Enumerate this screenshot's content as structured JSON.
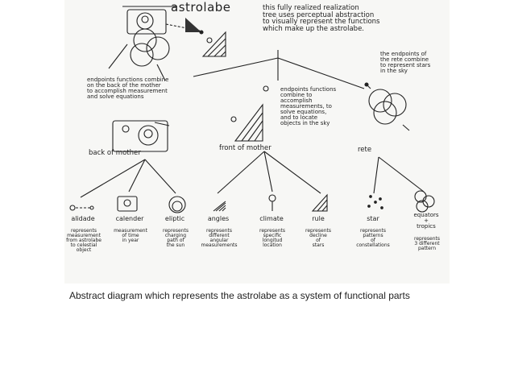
{
  "title": "astrolabe",
  "intro": "this fully realized realization\ntree uses perceptual abstraction\nto visually represent the functions\nwhich make up the astrolabe.",
  "notes": {
    "back": "endpoints functions combine\non the back of the mother\nto accomplish measurement\nand solve equations",
    "front": "endpoints functions\ncombine to\naccomplish\nmeasurements, to\nsolve equations,\nand to locate\nobjects in the sky",
    "rete": "the endpoints of\nthe rete combine\nto represent stars\nin the sky"
  },
  "groups": {
    "back": "back of mother",
    "front": "front of mother",
    "rete": "rete"
  },
  "leaves": [
    {
      "label": "alidade",
      "desc": "represents\nmeasurement\nfrom astrolabe\nto celestial\nobject"
    },
    {
      "label": "calender",
      "desc": "measurement\nof time\nin year"
    },
    {
      "label": "eliptic",
      "desc": "represents\ncharging\npath of\nthe sun"
    },
    {
      "label": "angles",
      "desc": "represents\ndifferent\nangular\nmeasurements"
    },
    {
      "label": "climate",
      "desc": "represents\nspecific\nlongitud\nlocation"
    },
    {
      "label": "rule",
      "desc": "represents\ndecline\nof\nstars"
    },
    {
      "label": "star",
      "desc": "represents\npatterns\nof\nconstellations"
    },
    {
      "label": "equators\n+\ntropics",
      "desc": "represents\n3 different\npattern"
    }
  ],
  "caption": "Abstract diagram which represents the astrolabe as a system of functional parts"
}
